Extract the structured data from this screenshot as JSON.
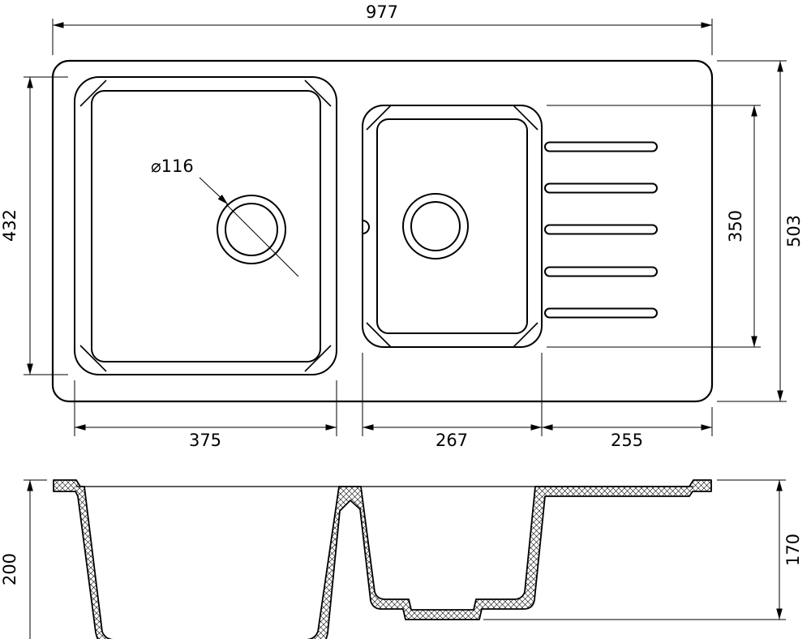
{
  "drawing": {
    "top_view": {
      "overall_width": "977",
      "left_bowl_height": "432",
      "overall_height": "503",
      "middle_bowl_height": "350",
      "left_bowl_width": "375",
      "middle_bowl_width": "267",
      "drainer_width": "255",
      "drain_diameter": "⌀116"
    },
    "section_view": {
      "left_bowl_depth": "200",
      "middle_bowl_depth": "170"
    },
    "colors": {
      "line": "#000000",
      "background": "#ffffff"
    }
  }
}
